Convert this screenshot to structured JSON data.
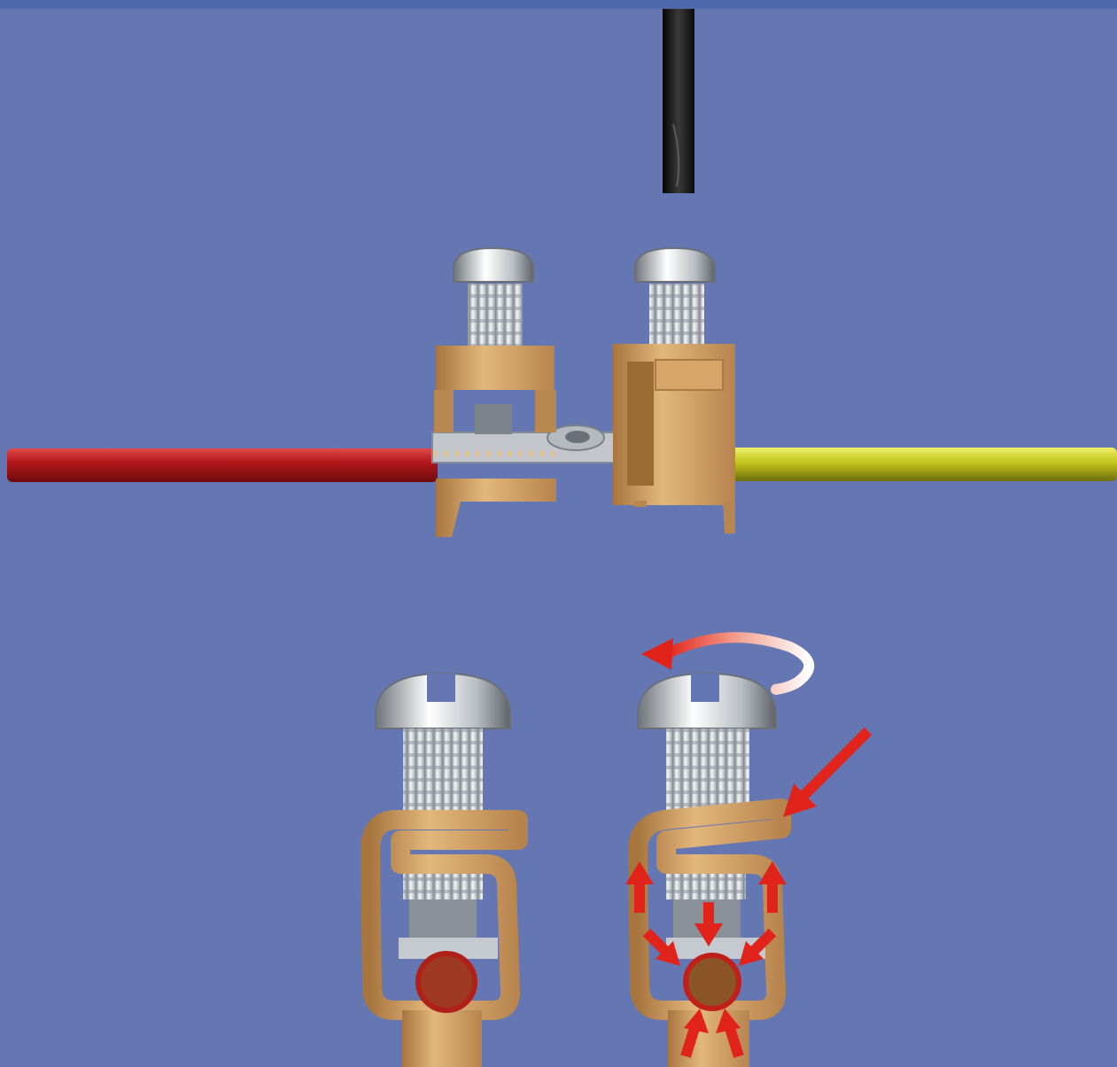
{
  "scene": {
    "background_color": "#6477b2",
    "top_bar_color": "#4d69ab",
    "wires": [
      {
        "id": "left",
        "color": "#b4181c"
      },
      {
        "id": "right",
        "color": "#c4c41c"
      }
    ],
    "screwdriver_color": "#1a1a1a",
    "clamp_color": "#c99a5e",
    "screw_color": "#cfd3d8",
    "force_arrow_color": "#e0241c",
    "force_arrow_count": 8,
    "rotation_arrow": "counter-clockwise",
    "icons": [
      "screwdriver-icon",
      "screw-icon",
      "clamp-icon",
      "rotation-arrow-icon",
      "force-arrow-icon"
    ]
  }
}
